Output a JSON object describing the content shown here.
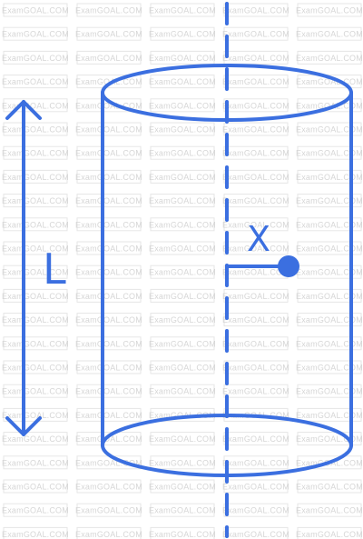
{
  "watermark": {
    "text": "ExamGOAL.COM"
  },
  "diagram": {
    "length_label": "L",
    "distance_label": "X",
    "accent_color": "#3b6fe0"
  }
}
